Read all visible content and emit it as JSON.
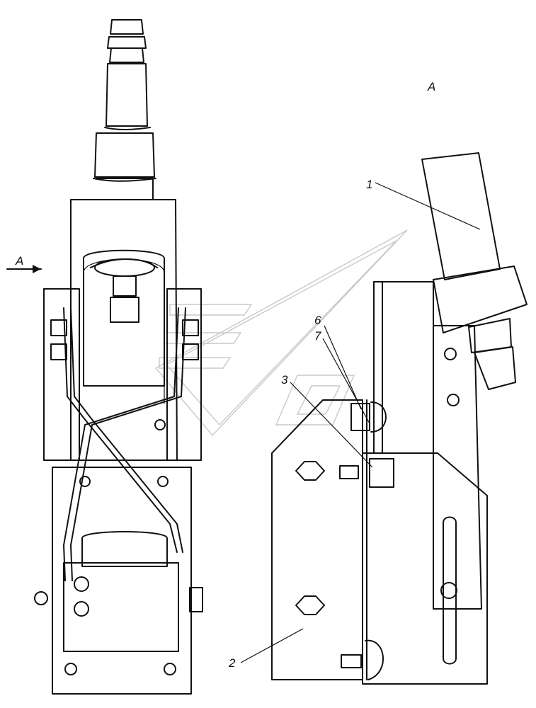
{
  "view_label": "A",
  "arrow_label": "A",
  "callouts": [
    {
      "id": "1",
      "text": "1"
    },
    {
      "id": "2",
      "text": "2"
    },
    {
      "id": "3",
      "text": "3"
    },
    {
      "id": "6",
      "text": "6"
    },
    {
      "id": "7",
      "text": "7"
    }
  ]
}
